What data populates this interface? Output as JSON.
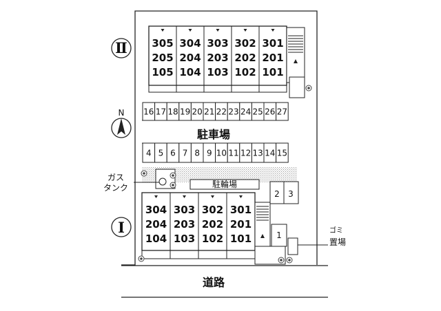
{
  "building_2": {
    "mark": "Ⅱ",
    "columns": [
      [
        "305",
        "205",
        "105"
      ],
      [
        "304",
        "204",
        "104"
      ],
      [
        "303",
        "203",
        "103"
      ],
      [
        "302",
        "202",
        "102"
      ],
      [
        "301",
        "201",
        "101"
      ]
    ]
  },
  "building_1": {
    "mark": "Ⅰ",
    "columns": [
      [
        "304",
        "204",
        "104"
      ],
      [
        "303",
        "203",
        "103"
      ],
      [
        "302",
        "202",
        "102"
      ],
      [
        "301",
        "201",
        "101"
      ]
    ]
  },
  "parking": {
    "label": "駐車場",
    "top_row": [
      "16",
      "17",
      "18",
      "19",
      "20",
      "21",
      "22",
      "23",
      "24",
      "25",
      "26",
      "27"
    ],
    "bottom_row": [
      "4",
      "5",
      "6",
      "7",
      "8",
      "9",
      "10",
      "11",
      "12",
      "13",
      "14",
      "15"
    ],
    "side_spaces": [
      "2",
      "3"
    ],
    "single_space": "1"
  },
  "bicycle_parking": "駐輪場",
  "gas_tank": [
    "ガス",
    "タンク"
  ],
  "garbage": [
    "ゴミ",
    "置場"
  ],
  "road": "道路",
  "north": "N"
}
